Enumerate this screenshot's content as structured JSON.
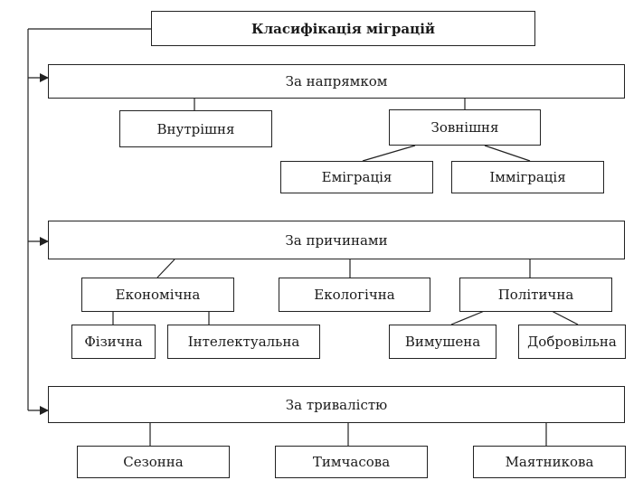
{
  "title": "Класифікація міграцій",
  "direction": {
    "label": "За напрямком",
    "internal": "Внутрішня",
    "external": "Зовнішня",
    "emigration": "Еміграція",
    "immigration": "Імміграція"
  },
  "causes": {
    "label": "За причинами",
    "economic": "Економічна",
    "ecological": "Екологічна",
    "political": "Політична",
    "physical": "Фізична",
    "intellectual": "Інтелектуальна",
    "forced": "Вимушена",
    "voluntary": "Добровільна"
  },
  "duration": {
    "label": "За тривалістю",
    "seasonal": "Сезонна",
    "temporary": "Тимчасова",
    "pendulum": "Маятникова"
  }
}
